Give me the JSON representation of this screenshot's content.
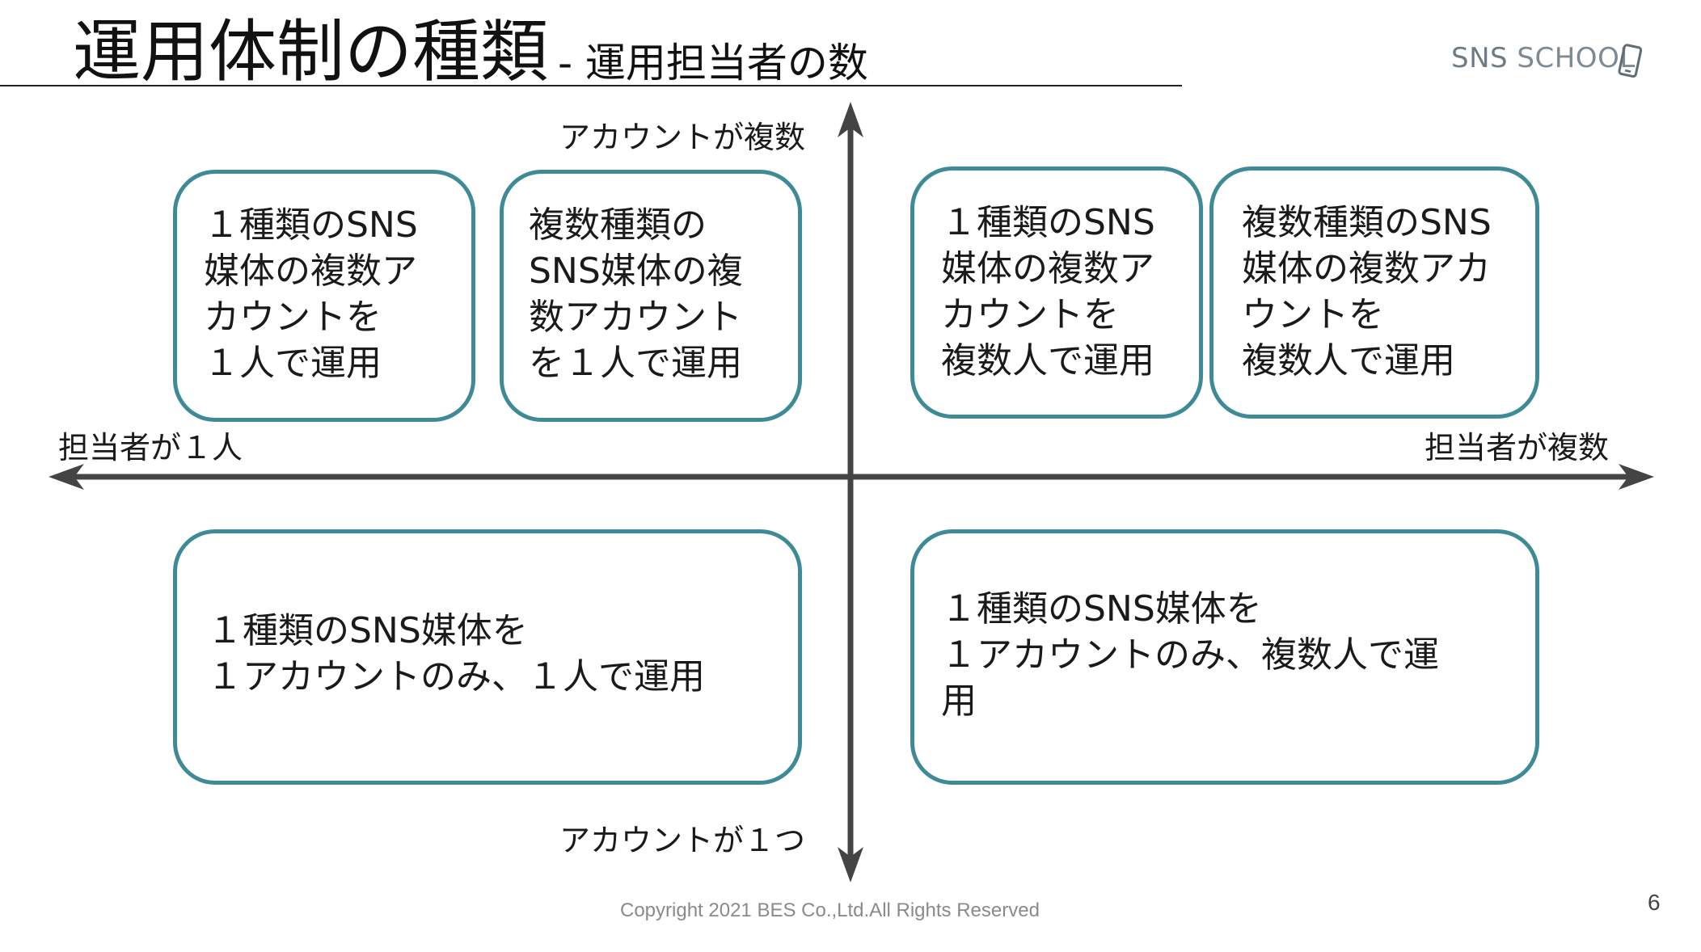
{
  "slide": {
    "title": "運用体制の種類",
    "subtitle": "- 運用担当者の数",
    "logo": {
      "part1": "SNS",
      "part2": "SCHOOL"
    },
    "footer": "Copyright 2021 BES Co.,Ltd.All Rights Reserved",
    "page_number": "6"
  },
  "axes": {
    "top": "アカウントが複数",
    "bottom": "アカウントが１つ",
    "left": "担当者が１人",
    "right": "担当者が複数"
  },
  "boxes": [
    {
      "text": "１種類のSNS\n媒体の複数ア\nカウントを\n１人で運用"
    },
    {
      "text": "複数種類の\nSNS媒体の複\n数アカウント\nを１人で運用"
    },
    {
      "text": "１種類のSNS\n媒体の複数ア\nカウントを\n複数人で運用"
    },
    {
      "text": "複数種類のSNS\n媒体の複数アカ\nウントを\n複数人で運用"
    },
    {
      "text": "１種類のSNS媒体を\n１アカウントのみ、１人で運用"
    },
    {
      "text": "１種類のSNS媒体を\n１アカウントのみ、複数人で運\n用"
    }
  ],
  "colors": {
    "box_border": "#3f8a97",
    "axis": "#444444",
    "logo": "#6d7b85"
  }
}
